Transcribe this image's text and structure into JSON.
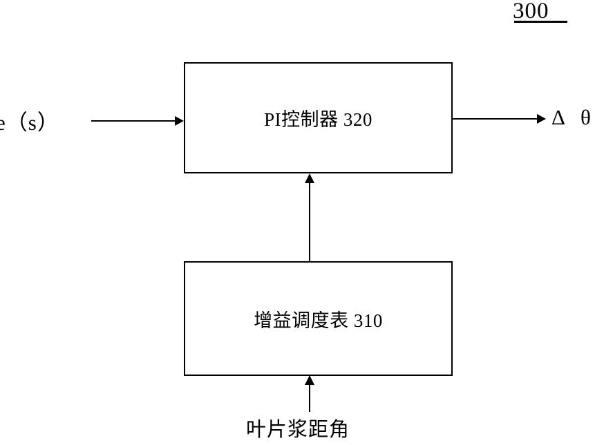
{
  "figure": {
    "number": "300"
  },
  "blocks": [
    {
      "id": "pi-controller",
      "label": "PI控制器  320",
      "reference_numeral": "320"
    },
    {
      "id": "gain-schedule-table",
      "label": "增益调度表  310",
      "reference_numeral": "310"
    }
  ],
  "labels": {
    "input_signal": "e（s）",
    "output_signal": "Δ θ",
    "pitch_angle_input": "叶片浆距角"
  },
  "connectors": [
    {
      "id": "input-arrow",
      "direction": "right",
      "from": "input_signal",
      "to": "pi-controller"
    },
    {
      "id": "output-arrow",
      "direction": "right",
      "from": "pi-controller",
      "to": "output_signal"
    },
    {
      "id": "gain-to-pi-arrow",
      "direction": "up",
      "from": "gain-schedule-table",
      "to": "pi-controller"
    },
    {
      "id": "pitch-to-gain-arrow",
      "direction": "up",
      "from": "pitch_angle_input",
      "to": "gain-schedule-table"
    }
  ],
  "colors": {
    "stroke": "#000000",
    "background": "#ffffff"
  }
}
